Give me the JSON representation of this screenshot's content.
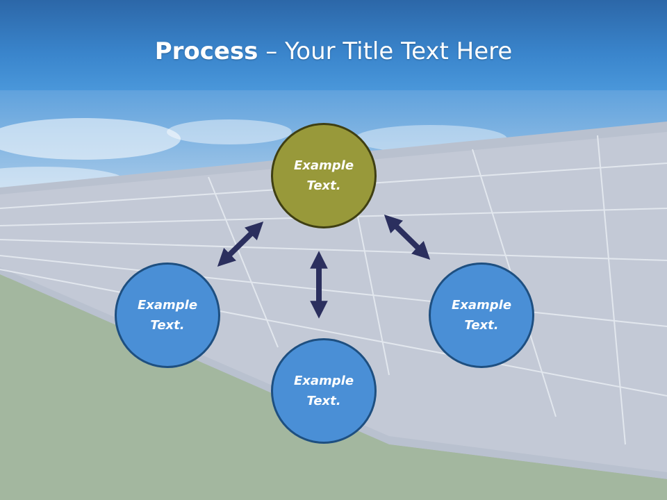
{
  "colors": {
    "header_blue": "#3a85cc",
    "node_olive": "#98993a",
    "node_blue": "#4a8fd6",
    "arrow": "#2b2f5e"
  },
  "title": {
    "bold": "Process",
    "rest": " – Your Title Text Here"
  },
  "nodes": {
    "top": "Example\nText.",
    "left": "Example\nText.",
    "right": "Example\nText.",
    "bottom": "Example\nText."
  }
}
